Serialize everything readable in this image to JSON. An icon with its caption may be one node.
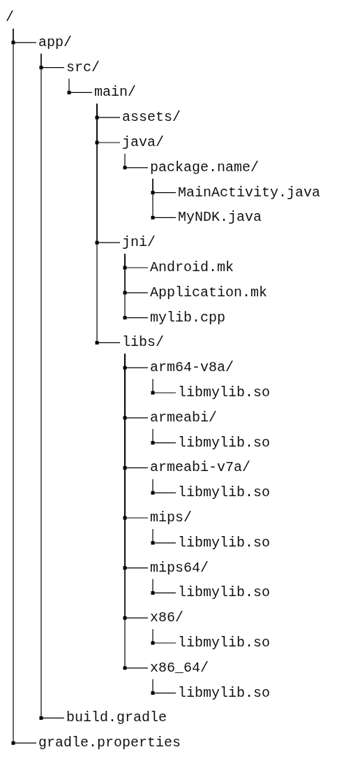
{
  "diagram": {
    "nodes": [
      {
        "text": [
          "/"
        ]
      },
      {
        "text": [
          "app/"
        ]
      },
      {
        "text": [
          "src/"
        ]
      },
      {
        "text": [
          "main/"
        ]
      },
      {
        "text": [
          "assets/"
        ]
      },
      {
        "text": [
          "java/"
        ]
      },
      {
        "text": [
          "package.name/"
        ]
      },
      {
        "text": [
          "MainActivity.java"
        ]
      },
      {
        "text": [
          "MyNDK.java"
        ]
      },
      {
        "text": [
          "jni/"
        ]
      },
      {
        "text": [
          "Android.mk"
        ]
      },
      {
        "text": [
          "Application.mk"
        ]
      },
      {
        "text": [
          "mylib.cpp"
        ]
      },
      {
        "text": [
          "libs/"
        ]
      },
      {
        "text": [
          "arm64-v8a/"
        ]
      },
      {
        "text": [
          "libmylib.so"
        ]
      },
      {
        "text": [
          "armeabi/"
        ]
      },
      {
        "text": [
          "libmylib.so"
        ]
      },
      {
        "text": [
          "armeabi-v7a/"
        ]
      },
      {
        "text": [
          "libmylib.so"
        ]
      },
      {
        "text": [
          "mips/"
        ]
      },
      {
        "text": [
          "libmylib.so"
        ]
      },
      {
        "text": [
          "mips64/"
        ]
      },
      {
        "text": [
          "libmylib.so"
        ]
      },
      {
        "text": [
          "x86/"
        ]
      },
      {
        "text": [
          "libmylib.so"
        ]
      },
      {
        "text": [
          "x86_64/"
        ]
      },
      {
        "text": [
          "libmylib.so"
        ]
      },
      {
        "text": [
          "build.gradle"
        ]
      },
      {
        "text": [
          "gradle.properties"
        ]
      }
    ],
    "edges": [
      {
        "from": 0,
        "to": 1,
        "arrow": "none"
      },
      {
        "from": 1,
        "to": 2,
        "arrow": "none"
      },
      {
        "from": 2,
        "to": 3,
        "arrow": "none"
      },
      {
        "from": 3,
        "to": 4,
        "arrow": "none"
      },
      {
        "from": 3,
        "to": 5,
        "arrow": "none"
      },
      {
        "from": 5,
        "to": 6,
        "arrow": "none"
      },
      {
        "from": 6,
        "to": 7,
        "arrow": "none"
      },
      {
        "from": 6,
        "to": 8,
        "arrow": "none"
      },
      {
        "from": 3,
        "to": 9,
        "arrow": "none"
      },
      {
        "from": 9,
        "to": 10,
        "arrow": "none"
      },
      {
        "from": 9,
        "to": 11,
        "arrow": "none"
      },
      {
        "from": 9,
        "to": 12,
        "arrow": "none"
      },
      {
        "from": 3,
        "to": 13,
        "arrow": "none"
      },
      {
        "from": 13,
        "to": 14,
        "arrow": "none"
      },
      {
        "from": 14,
        "to": 15,
        "arrow": "none"
      },
      {
        "from": 13,
        "to": 16,
        "arrow": "none"
      },
      {
        "from": 16,
        "to": 17,
        "arrow": "none"
      },
      {
        "from": 13,
        "to": 18,
        "arrow": "none"
      },
      {
        "from": 18,
        "to": 19,
        "arrow": "none"
      },
      {
        "from": 13,
        "to": 20,
        "arrow": "none"
      },
      {
        "from": 20,
        "to": 21,
        "arrow": "none"
      },
      {
        "from": 13,
        "to": 22,
        "arrow": "none"
      },
      {
        "from": 22,
        "to": 23,
        "arrow": "none"
      },
      {
        "from": 13,
        "to": 24,
        "arrow": "none"
      },
      {
        "from": 24,
        "to": 25,
        "arrow": "none"
      },
      {
        "from": 13,
        "to": 26,
        "arrow": "none"
      },
      {
        "from": 26,
        "to": 27,
        "arrow": "none"
      },
      {
        "from": 1,
        "to": 28,
        "arrow": "none"
      },
      {
        "from": 0,
        "to": 29,
        "arrow": "none"
      }
    ]
  }
}
